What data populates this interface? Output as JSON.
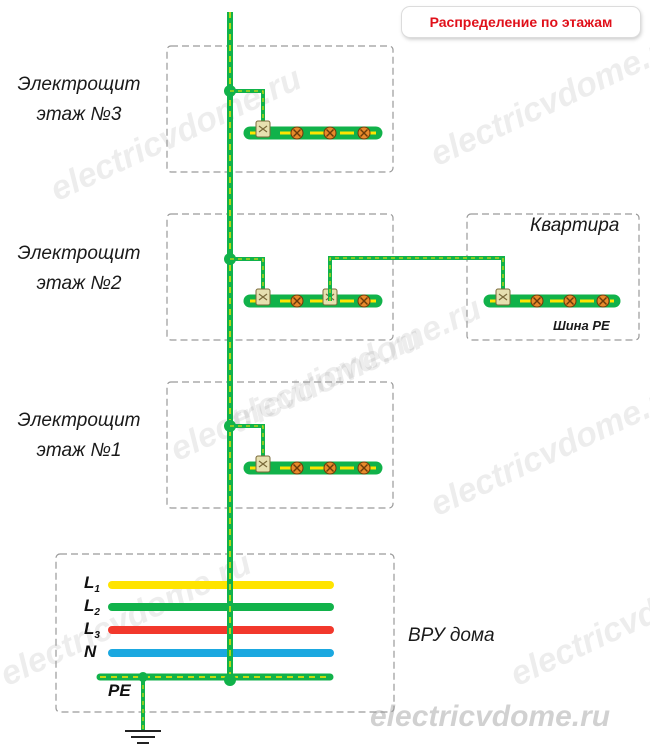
{
  "title": "Распределение по этажам",
  "floors": [
    {
      "line1": "Электрощит",
      "line2": "этаж №3"
    },
    {
      "line1": "Электрощит",
      "line2": "этаж №2"
    },
    {
      "line1": "Электрощит",
      "line2": "этаж №1"
    }
  ],
  "apartment_label": "Квартира",
  "pe_bus_label": "Шина PE",
  "vru_label": "ВРУ дома",
  "buses": [
    {
      "letter": "L",
      "sub": "1",
      "color": "#ffe400"
    },
    {
      "letter": "L",
      "sub": "2",
      "color": "#11b24a"
    },
    {
      "letter": "L",
      "sub": "3",
      "color": "#f2382c"
    },
    {
      "letter": "N",
      "sub": "",
      "color": "#1ba8e0"
    },
    {
      "letter": "PE",
      "sub": "",
      "color": "#11b24a"
    }
  ],
  "watermark": "electricvdome.ru",
  "colors": {
    "pe_green": "#11b24a",
    "pe_yellow": "#ffe400",
    "title_red": "#e0101a",
    "frame": "#9a9a9a"
  }
}
